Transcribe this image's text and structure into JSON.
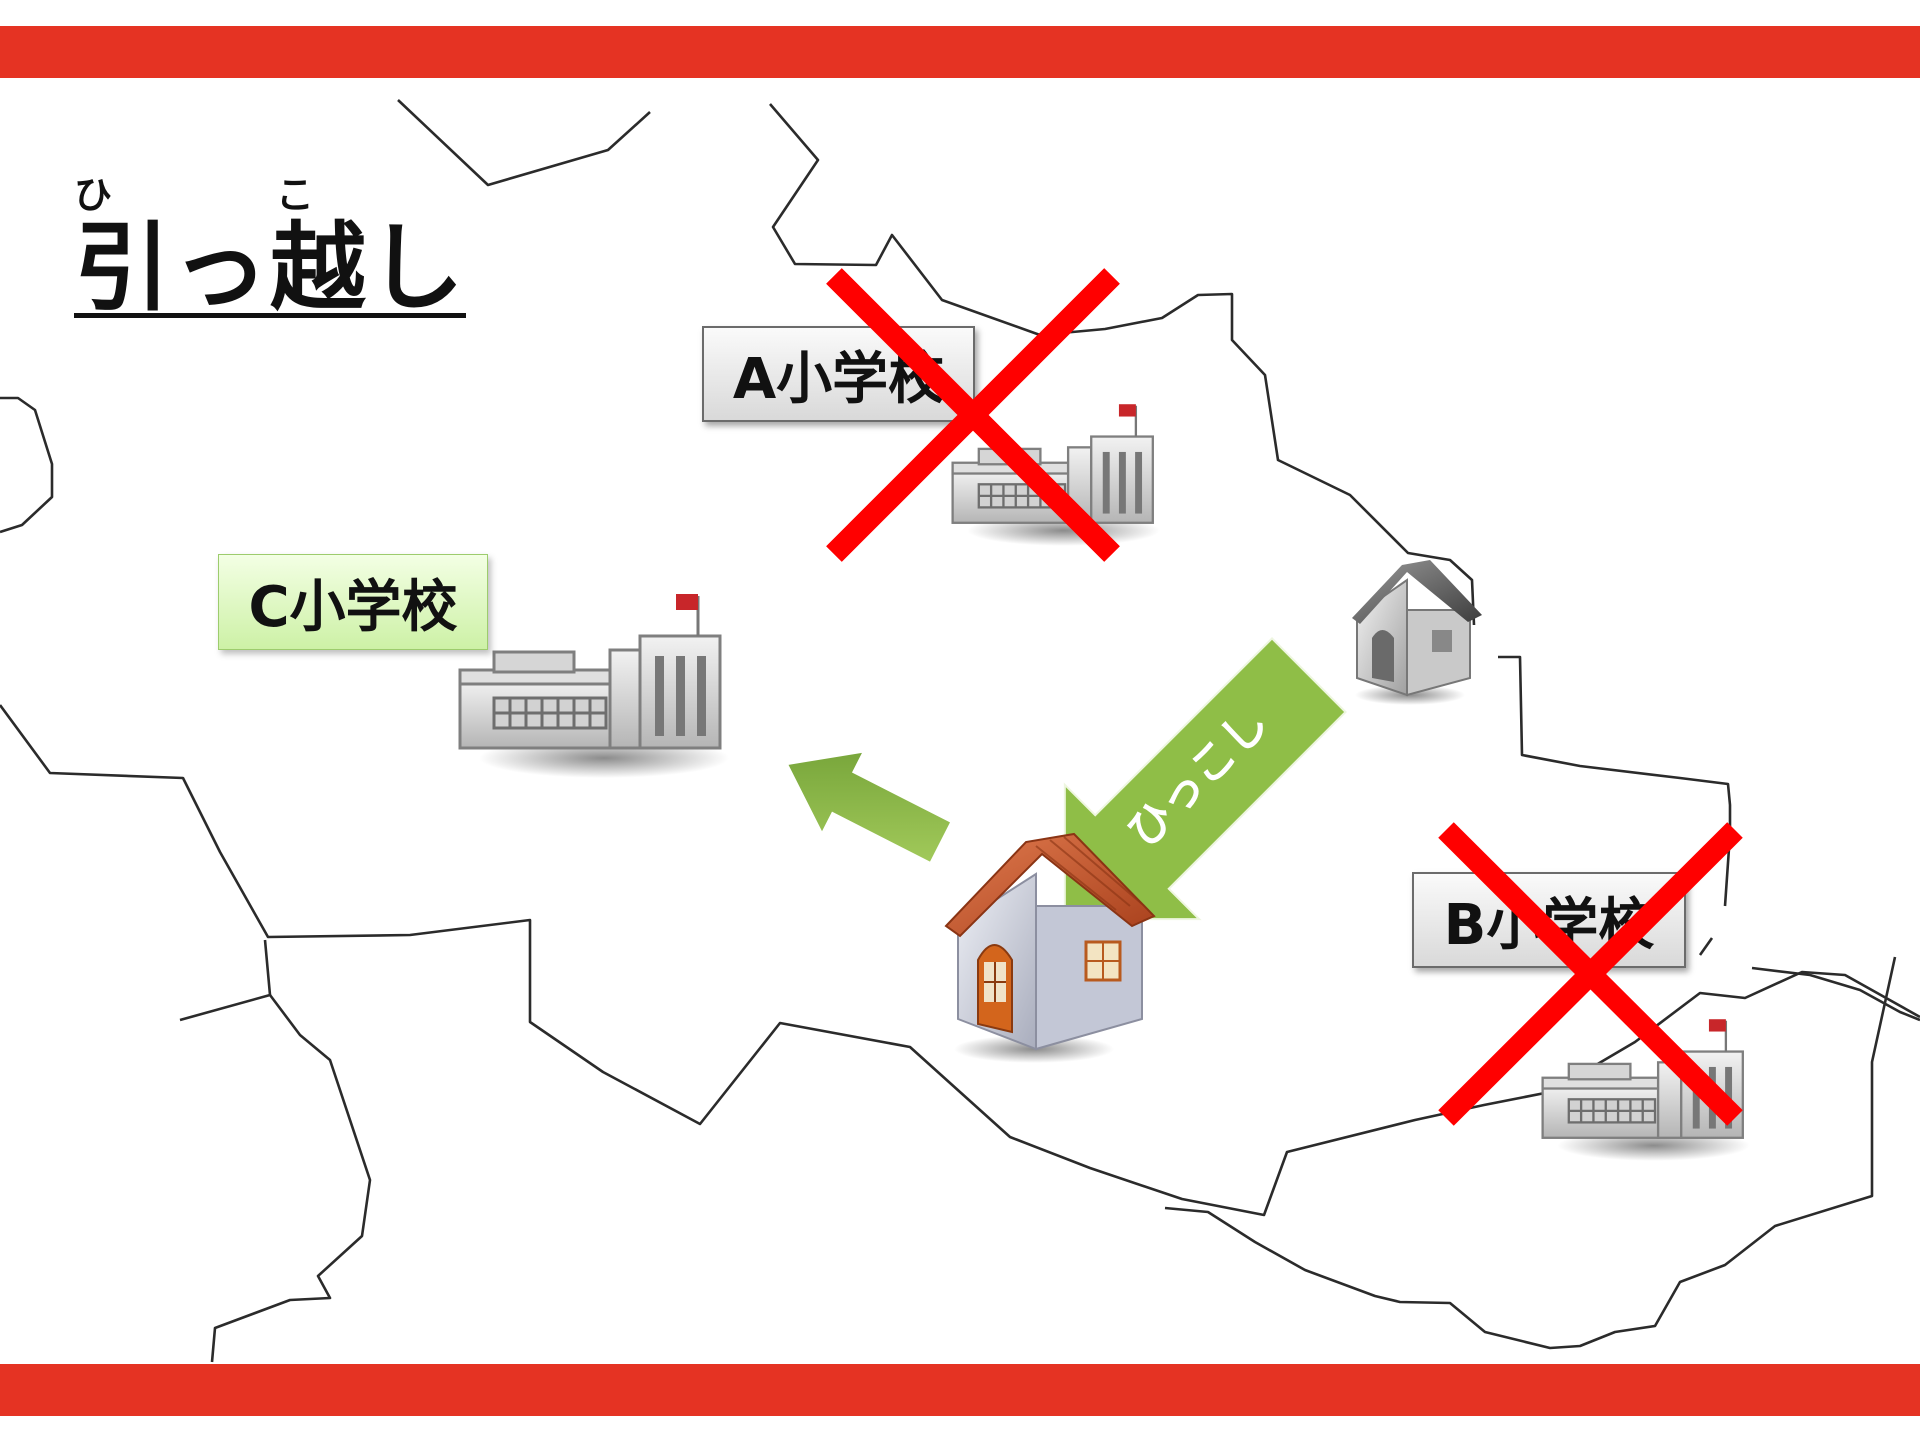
{
  "title": {
    "text": "引っ越し",
    "ruby_hi": "ひ",
    "ruby_ko": "こ"
  },
  "schools": {
    "a": {
      "label": "A小学校",
      "status": "crossed-out"
    },
    "b": {
      "label": "B小学校",
      "status": "crossed-out"
    },
    "c": {
      "label": "C小学校",
      "status": "new-school"
    }
  },
  "move_arrow": {
    "label": "ひっこし"
  },
  "colors": {
    "stripe": "#e53323",
    "cross": "#ff0000",
    "arrow_green": "#8fbe47",
    "label_green": "#cdf1a6",
    "roof_orange": "#c8532a"
  },
  "icons": [
    "school-building-icon",
    "house-icon",
    "cross-mark-icon",
    "arrow-icon"
  ]
}
